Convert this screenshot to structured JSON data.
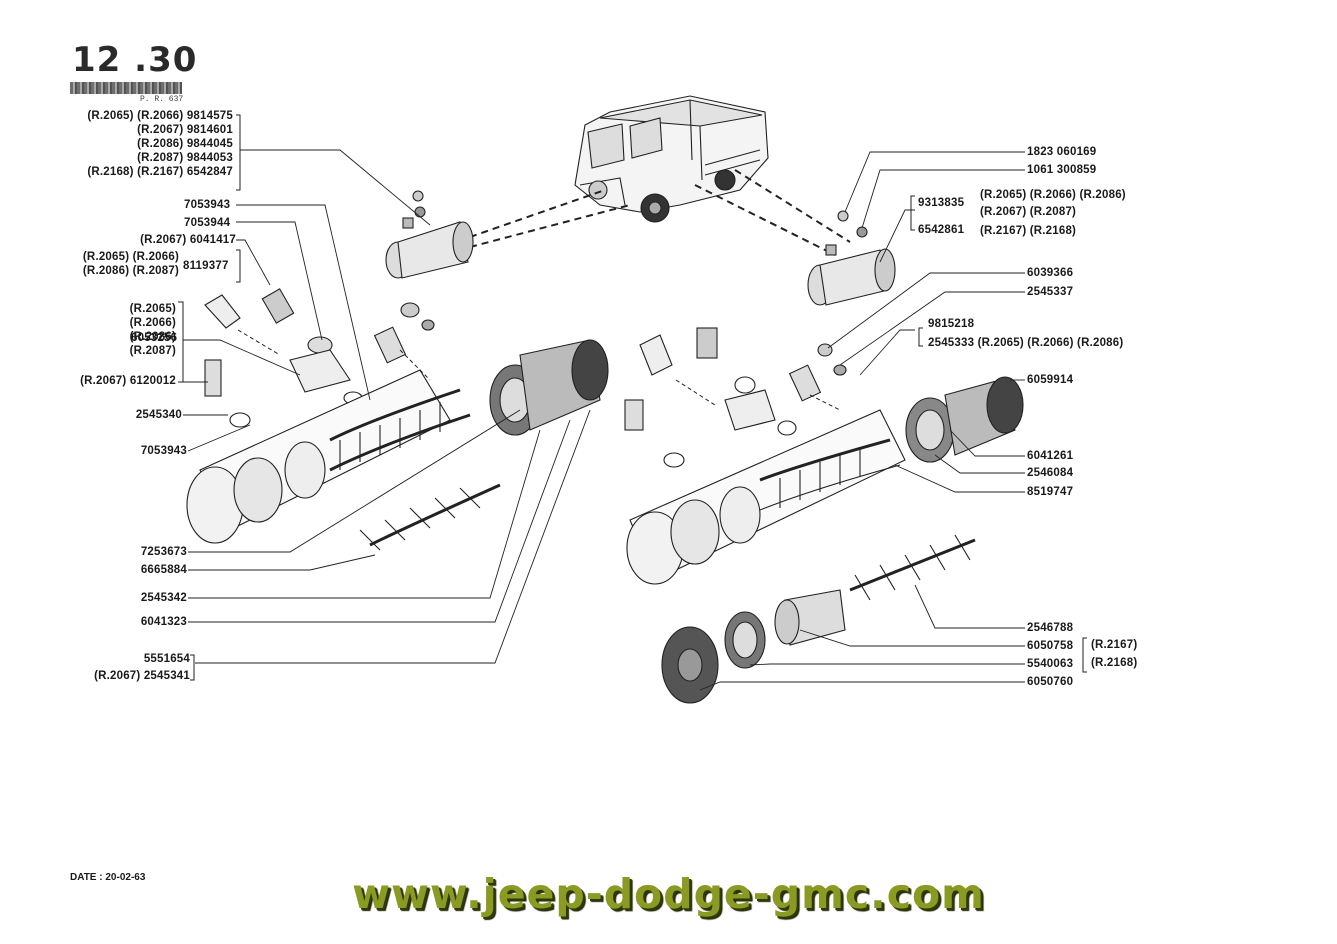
{
  "header": {
    "section": "12",
    "sub": ".30",
    "ref": "P. R. 637"
  },
  "labels_left": {
    "cyl_refs": [
      "(R.2065) (R.2066) 9814575",
      "(R.2067) 9814601",
      "(R.2086) 9844045",
      "(R.2087) 9844053",
      "(R.2168) (R.2167) 6542847"
    ],
    "p7053943a": "7053943",
    "p7053944": "7053944",
    "p6041417": "(R.2067) 6041417",
    "p8119377a": "(R.2065) (R.2066)",
    "p8119377b": "(R.2086) (R.2087)",
    "p8119377": "8119377",
    "group_refs": [
      "(R.2065)",
      "(R.2066)",
      "(R.2086)",
      "(R.2087)"
    ],
    "p6053256": "6053256",
    "p6120012": "(R.2067)  6120012",
    "p2545340": "2545340",
    "p7053943b": "7053943",
    "p7253673": "7253673",
    "p6665884": "6665884",
    "p2545342": "2545342",
    "p6041323": "6041323",
    "p5551654": "5551654",
    "p2545341": "(R.2067) 2545341"
  },
  "labels_right": {
    "p1823": "1823 060169",
    "p1061": "1061 300859",
    "p9313835": "9313835",
    "r9313835a": "(R.2065) (R.2066) (R.2086)",
    "r9313835b": "(R.2067) (R.2087)",
    "p6542861": "6542861",
    "r6542861": "(R.2167)  (R.2168)",
    "p6039366": "6039366",
    "p2545337": "2545337",
    "p9815218": "9815218",
    "p2545333": "2545333  (R.2065)  (R.2066) (R.2086)",
    "p6059914": "6059914",
    "p6041261": "6041261",
    "p2546084": "2546084",
    "p8519747": "8519747",
    "p2546788": "2546788",
    "p6050758": "6050758",
    "p5540063": "5540063",
    "p6050760": "6050760",
    "r2167": "(R.2167)",
    "r2168": "(R.2168)"
  },
  "footer": {
    "date": "DATE : 20-02-63",
    "watermark": "www.jeep-dodge-gmc.com"
  }
}
